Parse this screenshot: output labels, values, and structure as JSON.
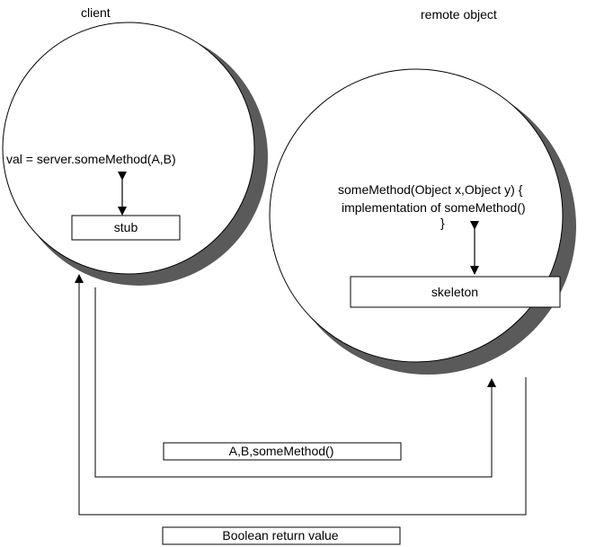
{
  "client": {
    "title": "client",
    "call": "val = server.someMethod(A,B)",
    "stub_label": "stub"
  },
  "remote": {
    "title": "remote object",
    "method_signature": "someMethod(Object x,Object y)  {",
    "method_body": "implementation of someMethod()",
    "method_close": "}",
    "skeleton_label": "skeleton"
  },
  "messages": {
    "request": "A,B,someMethod()",
    "response": "Boolean return value"
  },
  "colors": {
    "line": "#000000",
    "shadow": "#5a5a5a",
    "fill": "#ffffff"
  }
}
